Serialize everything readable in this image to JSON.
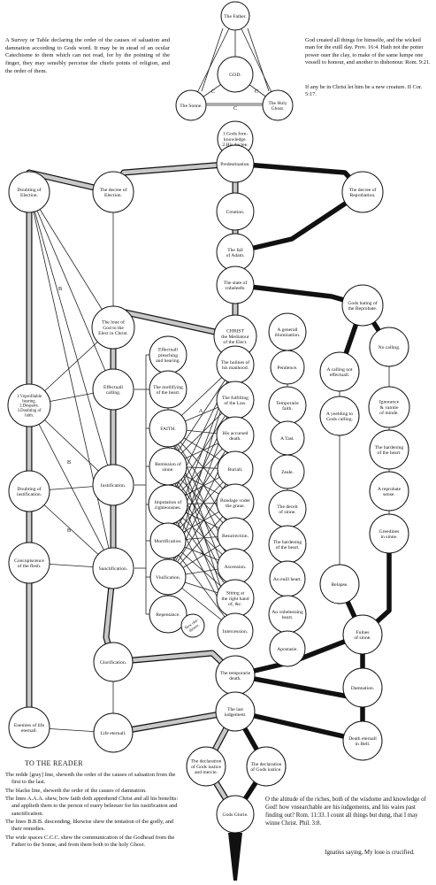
{
  "intro_text": "A Survey or Table declaring the order of the causes of saluation and damnation according to Gods word. It may be in stead of an ocular Catechisme to them which can not read, for by the pointing of the finger, they may sensibly perceiue the chiefe points of religion, and the order of them.",
  "quote_top": "God created all things for himselfe, and the wicked man for the euill day. Prov. 16:4. Hath not the potter power ouer the clay, to make of the same lumpe one vessell to honour, and another to dishonour. Rom. 9:21.",
  "quote_christ": "If any be in Christ let him be a new creature. II Cor. 5:17.",
  "reader_title": "TO THE READER",
  "reader_notes": [
    "The redde [gray] line, sheweth the order of the causes of saluation from the first to the last.",
    "The blacke line, sheweth the order of the causes of damnation.",
    "The lines A.A.A. shew, how faith doth apprehend Christ and all his benefits: and applieth them to the person of euery beleeuer for his iustification and sanctification.",
    "The lines B.B.B. descending, likewise shew the tentation of the godly, and their remedies.",
    "The wide spaces C.C.C. shew the communication of the Godhead from the Father to the Sonne, and from them both to the holy Ghost."
  ],
  "final_quote": "O the altitude of the riches, both of the wisdome and knowledge of God! how vnsearchable are his iudgements, and his waies past finding out? Rom. 11:33. I count all things but dung, that I may winne Christ. Phil. 3:8.",
  "signature": "Ignatius saying, My loue is crucified.",
  "nodes": {
    "father": [
      "The Father."
    ],
    "god": [
      "GOD."
    ],
    "sonne": [
      "The Sonne."
    ],
    "ghost": [
      "The Holy",
      "Ghost."
    ],
    "foreknowledge": [
      "1.Gods fore-",
      "knowledge.",
      "2.His decree."
    ],
    "predestination": [
      "Predestination."
    ],
    "decree_election": [
      "The decree of",
      "Election."
    ],
    "decree_reprobation": [
      "The decree of",
      "Reprobation."
    ],
    "creation": [
      "Creation."
    ],
    "fall": [
      "The fall",
      "of Adam."
    ],
    "vnbeleefe": [
      "The state of",
      "vnbeleefe."
    ],
    "doubting_election": [
      "Doubting of",
      "Election."
    ],
    "hating": [
      "Gods hating of",
      "the Reprobate."
    ],
    "loue_god": [
      "The loue of",
      "God to the",
      "Elect in Christ."
    ],
    "christ": [
      "CHRIST",
      "the Mediatour",
      "of the Elect."
    ],
    "generall_illumination": [
      "A generall",
      "illumination."
    ],
    "calling_not": [
      "A calling not",
      "effectuall."
    ],
    "no_calling": [
      "No calling."
    ],
    "preaching": [
      "Effectuall",
      "preaching",
      "and hearing."
    ],
    "holines": [
      "The holines of",
      "his manhood."
    ],
    "penitence": [
      "Penitence."
    ],
    "effectuall_calling": [
      "Effectuall",
      "calling."
    ],
    "vngratefull": [
      "1.Vnprofitable",
      "hearing.",
      "2.Despaire.",
      "3.Doubting of",
      "faith."
    ],
    "mollifying": [
      "The mollifying",
      "of the heart."
    ],
    "fulfilling": [
      "The fulfilling",
      "of the Law."
    ],
    "temporarie_faith": [
      "Temporarie",
      "faith."
    ],
    "yeelding": [
      "A yeelding to",
      "Gods calling."
    ],
    "ignorance": [
      "Ignorance",
      "& vanitie",
      "of minde."
    ],
    "faith": [
      "FAITH."
    ],
    "accursed": [
      "His accursed",
      "death."
    ],
    "taste": [
      "A Tast."
    ],
    "hardening_heart": [
      "The hardening",
      "of the heart."
    ],
    "remission": [
      "Remission of",
      "sinne."
    ],
    "buriall": [
      "Buriall."
    ],
    "zeale": [
      "Zeale."
    ],
    "reprobate_sense": [
      "A reprobate",
      "sense."
    ],
    "doubting_iust": [
      "Doubting of",
      "iustification."
    ],
    "iustification": [
      "Iustification."
    ],
    "imputation": [
      "Imputation of",
      "righteousnes."
    ],
    "bondage": [
      "Bondage vnder",
      "the graue."
    ],
    "deceit": [
      "The deceit",
      "of sinne."
    ],
    "greedines": [
      "Greedines",
      "in sinne."
    ],
    "concupiscence": [
      "Concupiscence",
      "of the flesh."
    ],
    "sanctification": [
      "Sanctification."
    ],
    "mortification": [
      "Mortification."
    ],
    "resurrection": [
      "Resurrection."
    ],
    "hardening2": [
      "The hardening",
      "of the heart."
    ],
    "vivification": [
      "Viuification."
    ],
    "ascension": [
      "Ascension."
    ],
    "euill_heart": [
      "An euill heart."
    ],
    "relapse": [
      "Relapse."
    ],
    "repentance": [
      "Repentance."
    ],
    "sitting": [
      "Sitting at",
      "the right hand",
      "of, &c."
    ],
    "vnbeleeuing": [
      "An vnbeleeuing",
      "heart."
    ],
    "new_obedience": [
      "New obe-",
      "dience."
    ],
    "intercession": [
      "Intercession."
    ],
    "apostasie": [
      "Apostasie."
    ],
    "fulnes": [
      "Fulnes",
      "of sinne."
    ],
    "glorification": [
      "Glorification."
    ],
    "temporarie_death": [
      "The temporarie",
      "death."
    ],
    "damnation": [
      "Damnation."
    ],
    "last_iudgement": [
      "The last",
      "iudgement."
    ],
    "enemies": [
      "Enemies of life",
      "eternall."
    ],
    "life_eternall": [
      "Life eternall."
    ],
    "death_eternall": [
      "Death eternall",
      "in Hell."
    ],
    "decl_mercie": [
      "The declaration",
      "of Gods iustice",
      "and mercie."
    ],
    "decl_iustice": [
      "The declaration",
      "of Gods iustice."
    ],
    "gods_glorie": [
      "Gods Glorie."
    ]
  },
  "letter_labels": {
    "c": "C",
    "b": "B",
    "a": "A"
  }
}
